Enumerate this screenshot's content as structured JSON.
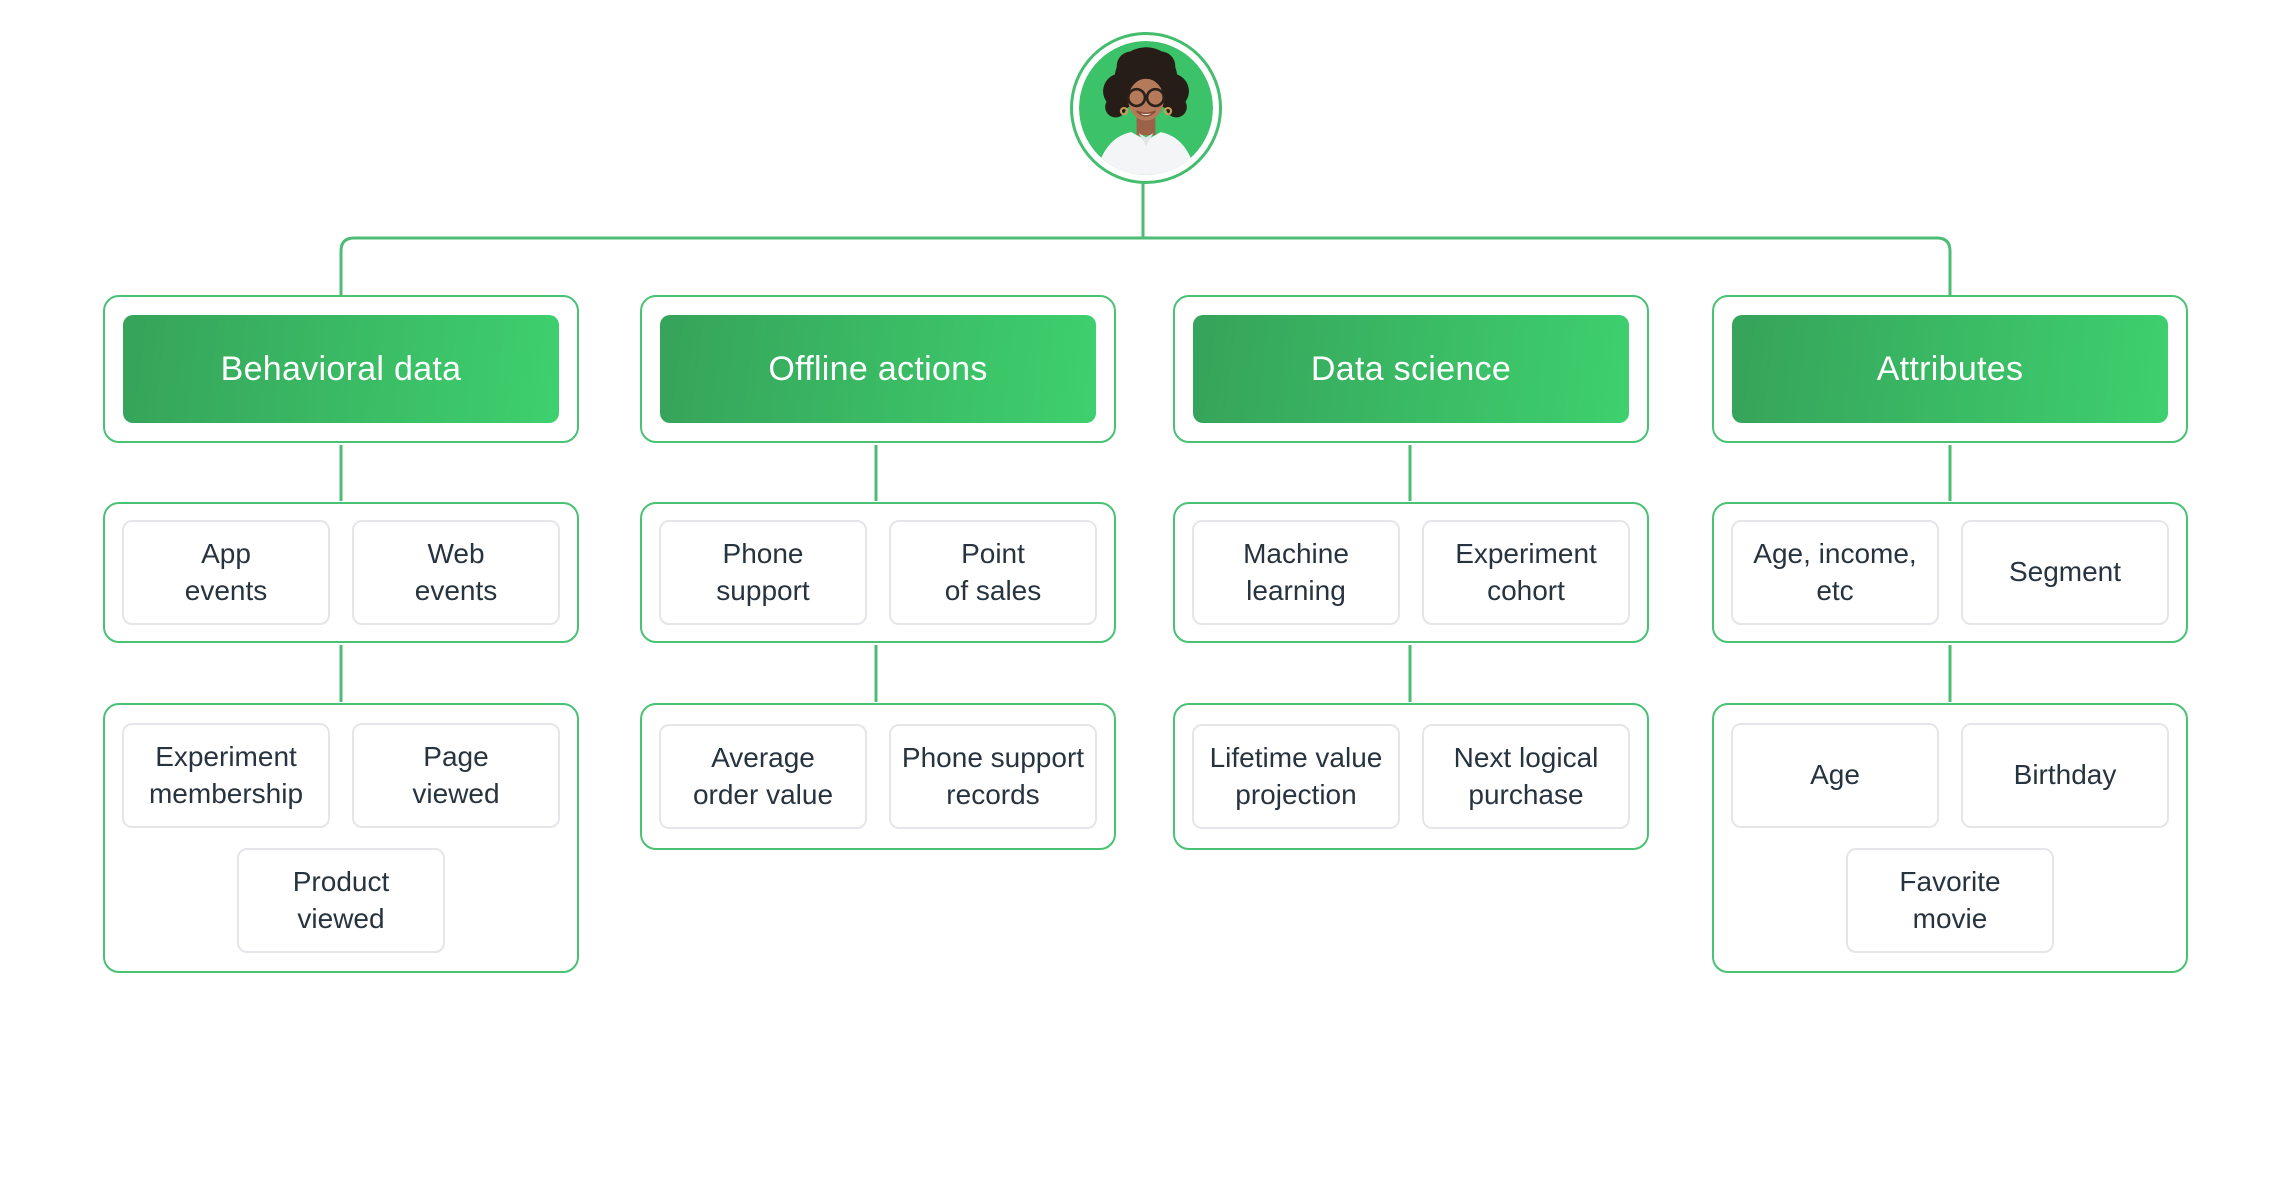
{
  "colors": {
    "accent_green_light": "#3ed06e",
    "accent_green_dark": "#36a35a",
    "container_border_green": "#49c274",
    "connector_green": "#4dbc74",
    "leaf_border_gray": "#e4e6e9",
    "leaf_text": "#273440",
    "header_text": "#ffffff",
    "avatar_background_green": "#3cc268",
    "page_background": "#ffffff"
  },
  "diagram": {
    "root": {
      "avatar_icon": "smiling-woman-with-glasses-avatar"
    },
    "columns": [
      {
        "id": "behavioral-data",
        "header": {
          "label": "Behavioral data"
        },
        "groups": [
          {
            "rows": [
              [
                {
                  "label": "App\nevents"
                },
                {
                  "label": "Web\nevents"
                }
              ]
            ]
          },
          {
            "rows": [
              [
                {
                  "label": "Experiment\nmembership"
                },
                {
                  "label": "Page\nviewed"
                }
              ],
              [
                {
                  "label": "Product\nviewed"
                }
              ]
            ]
          }
        ]
      },
      {
        "id": "offline-actions",
        "header": {
          "label": "Offline actions"
        },
        "groups": [
          {
            "rows": [
              [
                {
                  "label": "Phone\nsupport"
                },
                {
                  "label": "Point\nof sales"
                }
              ]
            ]
          },
          {
            "rows": [
              [
                {
                  "label": "Average\norder value"
                },
                {
                  "label": "Phone support\nrecords"
                }
              ]
            ]
          }
        ]
      },
      {
        "id": "data-science",
        "header": {
          "label": "Data science"
        },
        "groups": [
          {
            "rows": [
              [
                {
                  "label": "Machine\nlearning"
                },
                {
                  "label": "Experiment\ncohort"
                }
              ]
            ]
          },
          {
            "rows": [
              [
                {
                  "label": "Lifetime value\nprojection"
                },
                {
                  "label": "Next logical\npurchase"
                }
              ]
            ]
          }
        ]
      },
      {
        "id": "attributes",
        "header": {
          "label": "Attributes"
        },
        "groups": [
          {
            "rows": [
              [
                {
                  "label": "Age, income,\netc"
                },
                {
                  "label": "Segment"
                }
              ]
            ]
          },
          {
            "rows": [
              [
                {
                  "label": "Age"
                },
                {
                  "label": "Birthday"
                }
              ],
              [
                {
                  "label": "Favorite\nmovie"
                }
              ]
            ]
          }
        ]
      }
    ]
  }
}
